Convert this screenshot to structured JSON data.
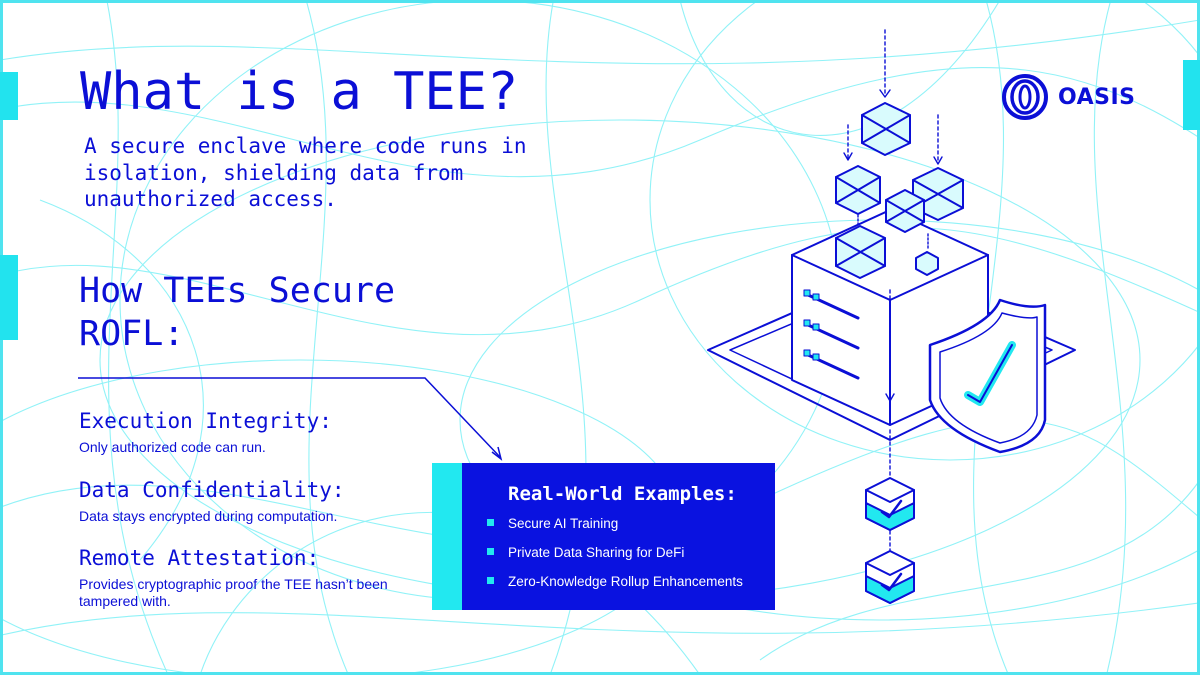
{
  "colors": {
    "primary": "#0b0fd6",
    "accent": "#22e8f0",
    "panel": "#0a12e0",
    "background": "#ffffff"
  },
  "title": "What is a TEE?",
  "subtitle": "A secure enclave where code runs in isolation, shielding data from unauthorized access.",
  "section_heading": "How TEEs Secure ROFL:",
  "features": [
    {
      "title": "Execution Integrity:",
      "description": "Only authorized code can run."
    },
    {
      "title": "Data Confidentiality:",
      "description": "Data stays encrypted during computation."
    },
    {
      "title": "Remote Attestation:",
      "description": "Provides cryptographic proof the TEE hasn’t been tampered with."
    }
  ],
  "examples": {
    "title": "Real-World Examples:",
    "items": [
      "Secure AI Training",
      "Private Data Sharing for DeFi",
      "Zero-Knowledge Rollup Enhancements"
    ]
  },
  "logo": {
    "text": "OASIS",
    "icon": "oasis-rings-icon"
  },
  "illustration": {
    "icons": [
      "server-icon",
      "shield-check-icon",
      "data-cube-icon",
      "checkmark-icon",
      "arrow-down-icon"
    ]
  }
}
